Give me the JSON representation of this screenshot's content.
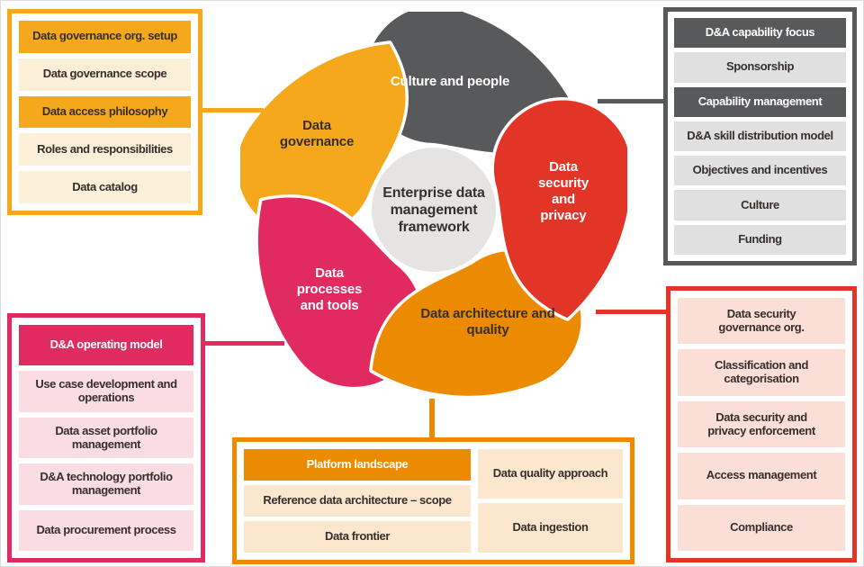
{
  "diagram_title": "Enterprise data management framework",
  "colors": {
    "amber": "#F5A81C",
    "amber_light": "#FCEFD8",
    "dark_gray": "#58595B",
    "gray_light": "#E0E0E0",
    "red": "#E23528",
    "red_light": "#FBDFD7",
    "orange": "#EC8A00",
    "orange_light": "#FBE7CE",
    "pink": "#E12A60",
    "pink_light": "#FADCE3",
    "center_circle": "#E5E4E3",
    "text_dark": "#362F2B",
    "text_light": "#FFFFFF"
  },
  "wheel": {
    "center_label": "Enterprise data management framework",
    "segments": [
      {
        "label": "Culture and people",
        "color": "#58595B"
      },
      {
        "label": "Data security and privacy",
        "color": "#E23528"
      },
      {
        "label": "Data architecture and quality",
        "color": "#EC8A00"
      },
      {
        "label": "Data processes and tools",
        "color": "#E12A60"
      },
      {
        "label": "Data governance",
        "color": "#F5A81C"
      }
    ]
  },
  "boxes": {
    "top_left": {
      "items": [
        {
          "label": "Data governance org. setup",
          "type": "header"
        },
        {
          "label": "Data governance scope",
          "type": "item"
        },
        {
          "label": "Data access philosophy",
          "type": "header"
        },
        {
          "label": "Roles and responsibilities",
          "type": "item"
        },
        {
          "label": "Data catalog",
          "type": "item"
        }
      ]
    },
    "top_right": {
      "items": [
        {
          "label": "D&A capability focus",
          "type": "header"
        },
        {
          "label": "Sponsorship",
          "type": "item"
        },
        {
          "label": "Capability management",
          "type": "header"
        },
        {
          "label": "D&A skill distribution model",
          "type": "item"
        },
        {
          "label": "Objectives and incentives",
          "type": "item"
        },
        {
          "label": "Culture",
          "type": "item"
        },
        {
          "label": "Funding",
          "type": "item"
        }
      ]
    },
    "bottom_left": {
      "items": [
        {
          "label": "D&A operating model",
          "type": "header"
        },
        {
          "label": "Use case development and operations",
          "type": "item"
        },
        {
          "label": "Data asset portfolio management",
          "type": "item"
        },
        {
          "label": "D&A technology portfolio management",
          "type": "item"
        },
        {
          "label": "Data procurement process",
          "type": "item"
        }
      ]
    },
    "bottom_right": {
      "items": [
        {
          "label": "Data security governance org.",
          "type": "item"
        },
        {
          "label": "Classification and categorisation",
          "type": "item"
        },
        {
          "label": "Data security and privacy enforcement",
          "type": "item"
        },
        {
          "label": "Access management",
          "type": "item"
        },
        {
          "label": "Compliance",
          "type": "item"
        }
      ]
    },
    "bottom_center": {
      "left_column": [
        {
          "label": "Platform landscape",
          "type": "header"
        },
        {
          "label": "Reference data architecture – scope",
          "type": "item"
        },
        {
          "label": "Data frontier",
          "type": "item"
        }
      ],
      "right_column": [
        {
          "label": "Data quality approach",
          "type": "item"
        },
        {
          "label": "Data ingestion",
          "type": "item"
        }
      ]
    }
  }
}
